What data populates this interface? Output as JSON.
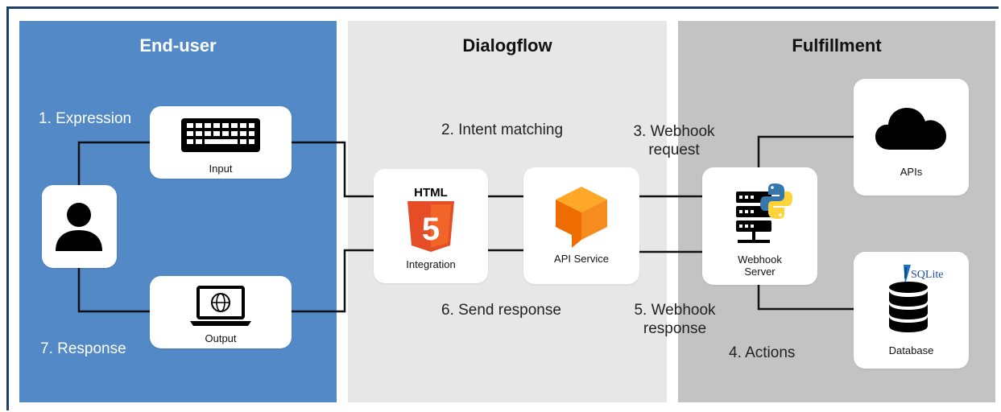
{
  "panels": {
    "end_user": "End-user",
    "dialogflow": "Dialogflow",
    "fulfillment": "Fulfillment"
  },
  "nodes": {
    "input": "Input",
    "output": "Output",
    "integration": "Integration",
    "api_service": "API Service",
    "webhook_server": "Webhook\nServer",
    "apis": "APIs",
    "database": "Database"
  },
  "badges": {
    "html": "HTML",
    "html_number": "5",
    "sqlite": "SQLite"
  },
  "steps": {
    "expression": "1. Expression",
    "intent_matching": "2. Intent matching",
    "webhook_request": "3. Webhook\nrequest",
    "actions": "4. Actions",
    "webhook_response": "5. Webhook\nresponse",
    "send_response": "6. Send response",
    "response": "7. Response"
  },
  "colors": {
    "end_user_panel": "#5289c6",
    "dialogflow_panel": "#e7e7e7",
    "fulfillment_panel": "#c3c3c3",
    "html5_orange": "#e44d26",
    "dialogflow_orange": "#f68b1f",
    "python_blue": "#3776ab",
    "python_yellow": "#ffd43b"
  },
  "icons": {
    "user": "person-icon",
    "input": "keyboard-icon",
    "output": "laptop-globe-icon",
    "integration": "html5-icon",
    "api_service": "dialogflow-icon",
    "webhook_server": "server-python-icon",
    "apis": "cloud-icon",
    "database": "database-sqlite-icon"
  }
}
